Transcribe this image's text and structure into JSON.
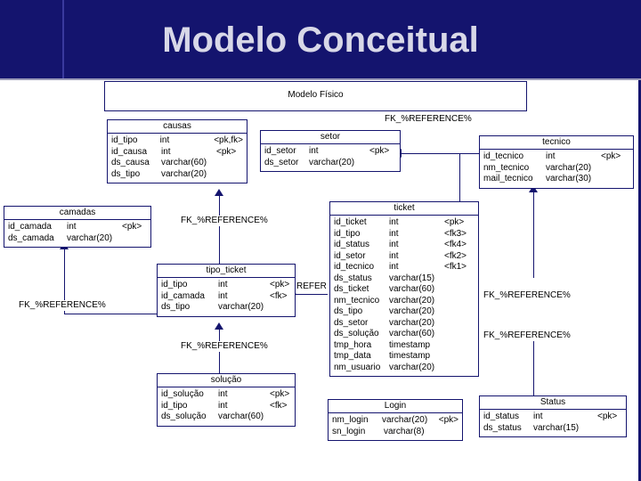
{
  "banner": {
    "title": "Modelo Conceitual"
  },
  "package": {
    "title": "Modelo Físico"
  },
  "entities": [
    {
      "id": "causas",
      "name": "causas",
      "columns": [
        {
          "name": "id_tipo",
          "type": "int",
          "key": "<pk,fk>"
        },
        {
          "name": "id_causa",
          "type": "int",
          "key": "<pk>"
        },
        {
          "name": "ds_causa",
          "type": "varchar(60)",
          "key": ""
        },
        {
          "name": "ds_tipo",
          "type": "varchar(20)",
          "key": ""
        }
      ]
    },
    {
      "id": "camadas",
      "name": "camadas",
      "columns": [
        {
          "name": "id_camada",
          "type": "int",
          "key": "<pk>"
        },
        {
          "name": "ds_camada",
          "type": "varchar(20)",
          "key": ""
        }
      ]
    },
    {
      "id": "setor",
      "name": "setor",
      "columns": [
        {
          "name": "id_setor",
          "type": "int",
          "key": "<pk>"
        },
        {
          "name": "ds_setor",
          "type": "varchar(20)",
          "key": ""
        }
      ]
    },
    {
      "id": "tecnico",
      "name": "tecnico",
      "columns": [
        {
          "name": "id_tecnico",
          "type": "int",
          "key": "<pk>"
        },
        {
          "name": "nm_tecnico",
          "type": "varchar(20)",
          "key": ""
        },
        {
          "name": "mail_tecnico",
          "type": "varchar(30)",
          "key": ""
        }
      ]
    },
    {
      "id": "ticket",
      "name": "ticket",
      "columns": [
        {
          "name": "id_ticket",
          "type": "int",
          "key": "<pk>"
        },
        {
          "name": "id_tipo",
          "type": "int",
          "key": "<fk3>"
        },
        {
          "name": "id_status",
          "type": "int",
          "key": "<fk4>"
        },
        {
          "name": "id_setor",
          "type": "int",
          "key": "<fk2>"
        },
        {
          "name": "id_tecnico",
          "type": "int",
          "key": "<fk1>"
        },
        {
          "name": "ds_status",
          "type": "varchar(15)",
          "key": ""
        },
        {
          "name": "ds_ticket",
          "type": "varchar(60)",
          "key": ""
        },
        {
          "name": "nm_tecnico",
          "type": "varchar(20)",
          "key": ""
        },
        {
          "name": "ds_tipo",
          "type": "varchar(20)",
          "key": ""
        },
        {
          "name": "ds_setor",
          "type": "varchar(20)",
          "key": ""
        },
        {
          "name": "ds_solução",
          "type": "varchar(60)",
          "key": ""
        },
        {
          "name": "tmp_hora",
          "type": "timestamp",
          "key": ""
        },
        {
          "name": "tmp_data",
          "type": "timestamp",
          "key": ""
        },
        {
          "name": "nm_usuario",
          "type": "varchar(20)",
          "key": ""
        }
      ]
    },
    {
      "id": "tipo_ticket",
      "name": "tipo_ticket",
      "columns": [
        {
          "name": "id_tipo",
          "type": "int",
          "key": "<pk>"
        },
        {
          "name": "id_camada",
          "type": "int",
          "key": "<fk>"
        },
        {
          "name": "ds_tipo",
          "type": "varchar(20)",
          "key": ""
        }
      ]
    },
    {
      "id": "solucao",
      "name": "solução",
      "columns": [
        {
          "name": "id_solução",
          "type": "int",
          "key": "<pk>"
        },
        {
          "name": "id_tipo",
          "type": "int",
          "key": "<fk>"
        },
        {
          "name": "ds_solução",
          "type": "varchar(60)",
          "key": ""
        }
      ]
    },
    {
      "id": "login",
      "name": "Login",
      "columns": [
        {
          "name": "nm_login",
          "type": "varchar(20)",
          "key": "<pk>"
        },
        {
          "name": "sn_login",
          "type": "varchar(8)",
          "key": ""
        }
      ]
    },
    {
      "id": "status",
      "name": "Status",
      "columns": [
        {
          "name": "id_status",
          "type": "int",
          "key": "<pk>"
        },
        {
          "name": "ds_status",
          "type": "varchar(15)",
          "key": ""
        }
      ]
    }
  ],
  "relationship_labels": [
    {
      "id": "rel_top_right",
      "text": "FK_%REFERENCE%"
    },
    {
      "id": "rel_mid_left",
      "text": "FK_%REFERENCE%"
    },
    {
      "id": "rel_far_left",
      "text": "FK_%REFERENCE%"
    },
    {
      "id": "rel_tipo_ticket",
      "text": "REFERENCE"
    },
    {
      "id": "rel_solucao",
      "text": "FK_%REFERENCE%"
    },
    {
      "id": "rel_right_upper",
      "text": "FK_%REFERENCE%"
    },
    {
      "id": "rel_right_lower",
      "text": "FK_%REFERENCE%"
    }
  ],
  "colors": {
    "banner_background": "#14146e",
    "banner_text": "#d8d8e8",
    "line": "#14146e",
    "entity_border": "#14146e",
    "entity_background": "#ffffff",
    "text": "#000000"
  }
}
